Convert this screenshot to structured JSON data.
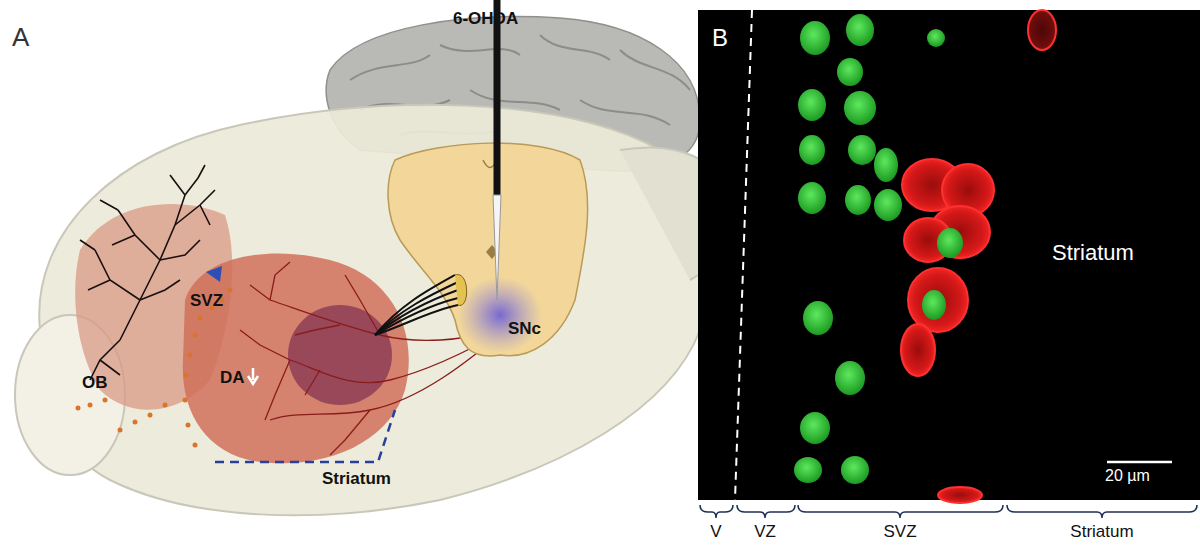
{
  "diagram": {
    "labels": [
      "A",
      "6-OHDA",
      "SVZ",
      "OB",
      "DA",
      "SNc",
      "Striatum",
      "B",
      "Striatum",
      "20 µm",
      "V",
      "VZ",
      "SVZ",
      "Striatum"
    ]
  }
}
